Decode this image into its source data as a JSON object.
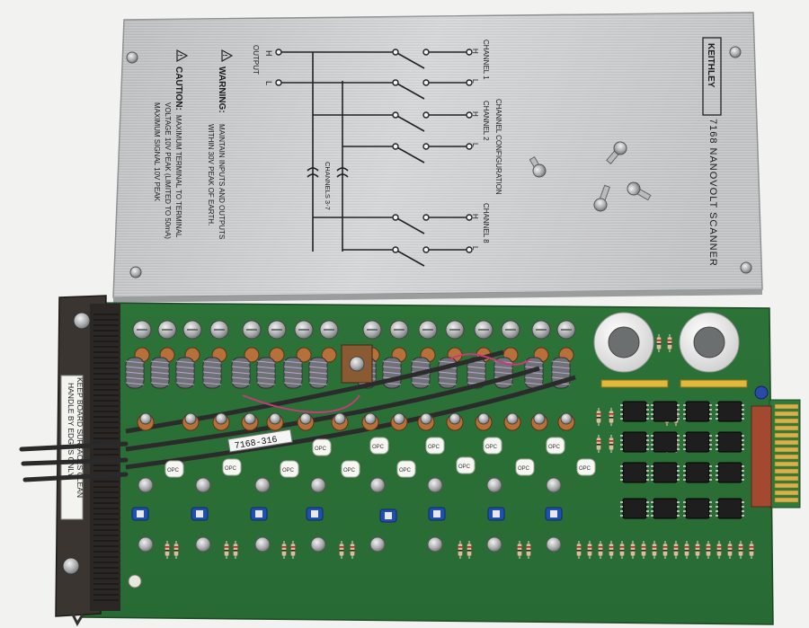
{
  "cover": {
    "brand": "KEITHLEY",
    "model_title": "7168 NANOVOLT SCANNER",
    "channel_configuration_label": "CHANNEL CONFIGURATION",
    "output_label": "OUTPUT",
    "channel_1_label": "CHANNEL 1",
    "channel_2_label": "CHANNEL 2",
    "channel_8_label": "CHANNEL 8",
    "channels_3_7_label": "CHANNELS 3-7",
    "terminal_h": "H",
    "terminal_l": "L",
    "warning_title": "WARNING:",
    "warning_line1": "MAINTAIN INPUTS AND OUTPUTS",
    "warning_line2": "WITHIN 30V PEAK OF EARTH.",
    "caution_title": "CAUTION:",
    "caution_line1": "MAXIMUM TERMINAL TO TERMINAL",
    "caution_line2": "VOLTAGE 10V PEAK (LIMITED TO 50mA)",
    "caution_line3": "MAXIMUM SIGNAL 10V PEAK"
  },
  "board": {
    "handle_label_line1": "KEEP BOARD SURFACES CLEAN",
    "handle_label_line2": "HANDLE BY EDGES ONLY",
    "cable_label": "7168-316",
    "capacitor_print": "OPC",
    "colors": {
      "pcb_green": "#2f7a3a",
      "aluminum": "#c9cacb",
      "handle": "#3a3530",
      "gold": "#d8b14a",
      "copper": "#b8703a"
    }
  }
}
